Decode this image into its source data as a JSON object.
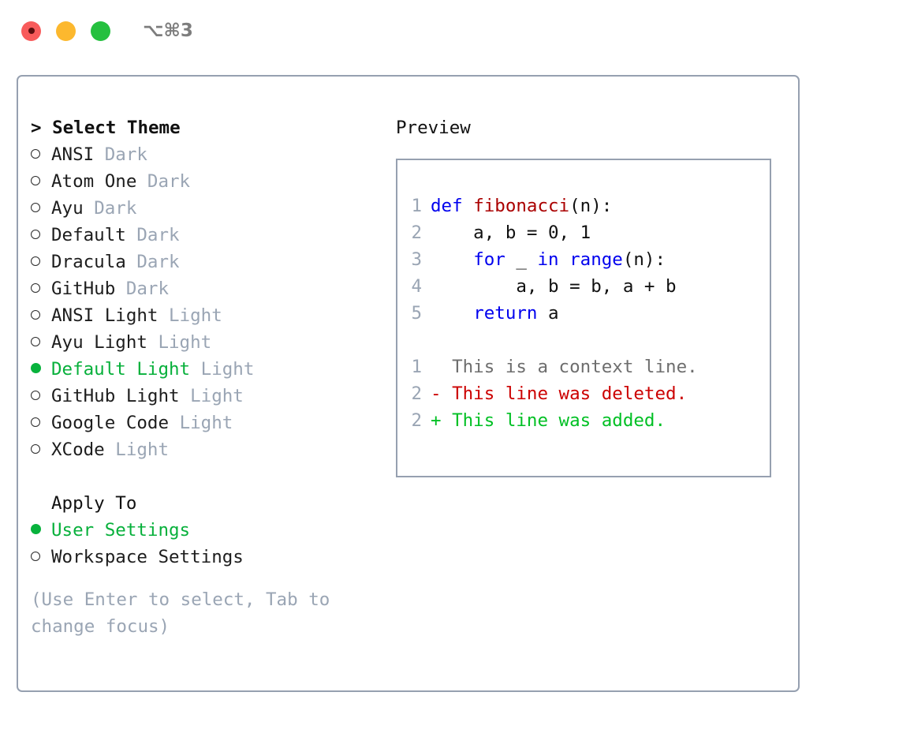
{
  "titlebar": {
    "shortcut": "⌥⌘3",
    "buttons": [
      {
        "name": "close",
        "color": "#f85b5b"
      },
      {
        "name": "minimize",
        "color": "#fcb82e"
      },
      {
        "name": "maximize",
        "color": "#25c03f"
      }
    ]
  },
  "theme_picker": {
    "header": "> Select Theme",
    "options": [
      {
        "name": "ANSI",
        "variant": "Dark",
        "selected": false
      },
      {
        "name": "Atom One",
        "variant": "Dark",
        "selected": false
      },
      {
        "name": "Ayu",
        "variant": "Dark",
        "selected": false
      },
      {
        "name": "Default",
        "variant": "Dark",
        "selected": false
      },
      {
        "name": "Dracula",
        "variant": "Dark",
        "selected": false
      },
      {
        "name": "GitHub",
        "variant": "Dark",
        "selected": false
      },
      {
        "name": "ANSI Light",
        "variant": "Light",
        "selected": false
      },
      {
        "name": "Ayu Light",
        "variant": "Light",
        "selected": false
      },
      {
        "name": "Default Light",
        "variant": "Light",
        "selected": true
      },
      {
        "name": "GitHub Light",
        "variant": "Light",
        "selected": false
      },
      {
        "name": "Google Code",
        "variant": "Light",
        "selected": false
      },
      {
        "name": "XCode",
        "variant": "Light",
        "selected": false
      }
    ]
  },
  "apply_to": {
    "header": "Apply To",
    "options": [
      {
        "name": "User Settings",
        "selected": true
      },
      {
        "name": "Workspace Settings",
        "selected": false
      }
    ]
  },
  "hint": "(Use Enter to select, Tab to change focus)",
  "preview": {
    "title": "Preview",
    "code_lines": [
      {
        "number": "1",
        "tokens": [
          {
            "t": "def ",
            "c": "kw"
          },
          {
            "t": "fibonacci",
            "c": "fn"
          },
          {
            "t": "(n):",
            "c": "pl"
          }
        ]
      },
      {
        "number": "2",
        "tokens": [
          {
            "t": "    a, b = 0, 1",
            "c": "pl"
          }
        ]
      },
      {
        "number": "3",
        "tokens": [
          {
            "t": "    ",
            "c": "pl"
          },
          {
            "t": "for",
            "c": "kw"
          },
          {
            "t": " _ ",
            "c": "pl"
          },
          {
            "t": "in range",
            "c": "kw"
          },
          {
            "t": "(n):",
            "c": "pl"
          }
        ]
      },
      {
        "number": "4",
        "tokens": [
          {
            "t": "        a, b = b, a + b",
            "c": "pl"
          }
        ]
      },
      {
        "number": "5",
        "tokens": [
          {
            "t": "    ",
            "c": "pl"
          },
          {
            "t": "return",
            "c": "kw"
          },
          {
            "t": " a",
            "c": "pl"
          }
        ]
      }
    ],
    "diff_lines": [
      {
        "number": "1",
        "prefix": "  ",
        "text": "This is a context line.",
        "kind": "ctx"
      },
      {
        "number": "2",
        "prefix": "- ",
        "text": "This line was deleted.",
        "kind": "del"
      },
      {
        "number": "2",
        "prefix": "+ ",
        "text": "This line was added.",
        "kind": "add"
      }
    ]
  },
  "colors": {
    "selected_green": "#07b03b",
    "muted": "#9aa5b4",
    "border": "#96a0b0",
    "keyword_blue": "#0000ee",
    "function_red": "#aa0000",
    "diff_delete": "#cc0000",
    "diff_add": "#00c024"
  }
}
